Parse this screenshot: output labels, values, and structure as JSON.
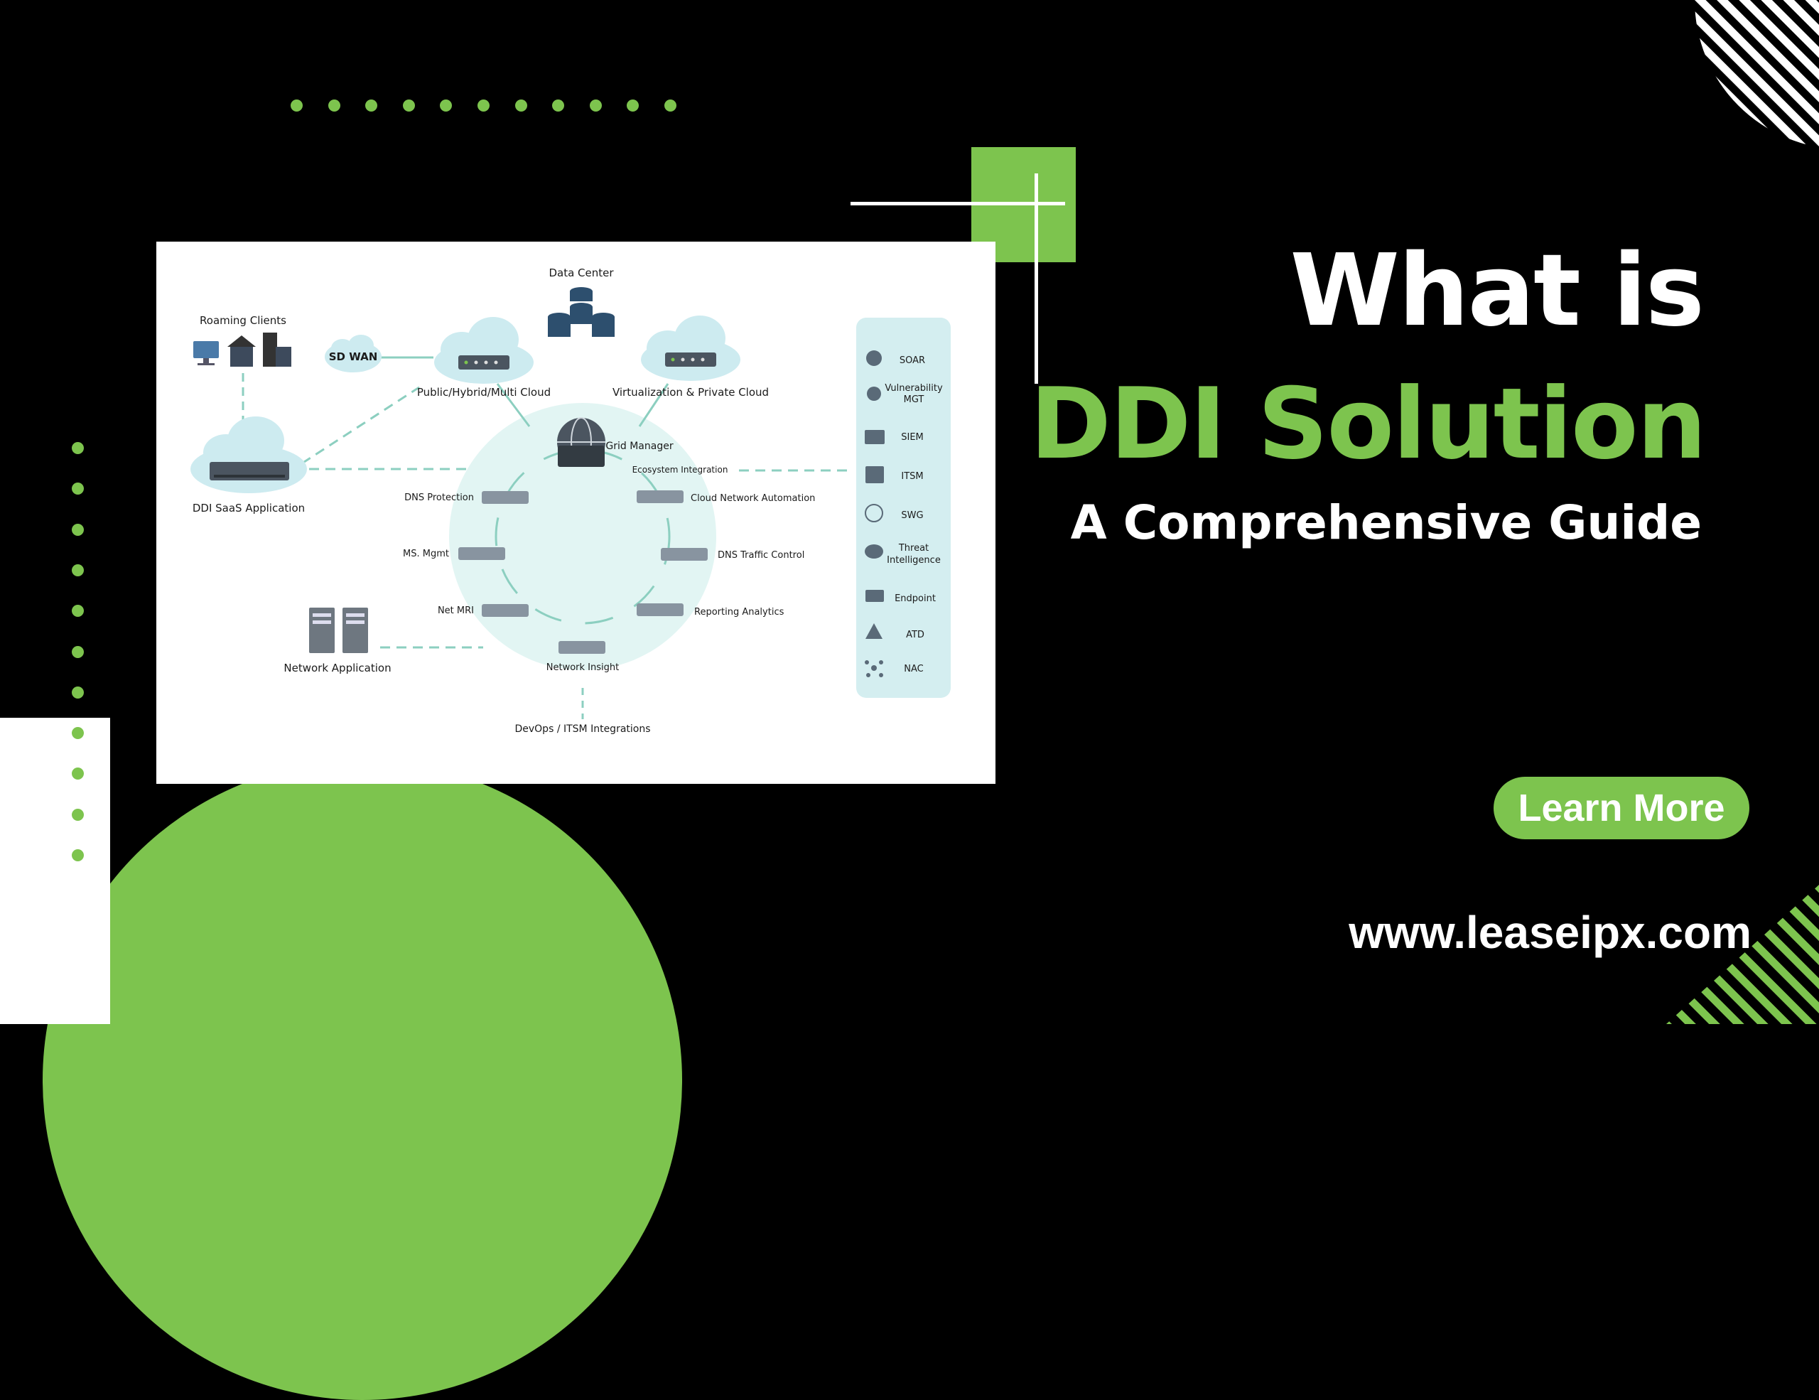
{
  "colors": {
    "background": "#000000",
    "accent": "#7dc44e",
    "white": "#ffffff",
    "diagram_hub": "#e2f5f3",
    "side_panel": "#d4eef0",
    "dashed_line": "#8ccfc0",
    "device_gray": "#707c86"
  },
  "title": {
    "line1": "What is",
    "line2": "DDI Solution",
    "subtitle": "A Comprehensive Guide"
  },
  "cta": {
    "label": "Learn More"
  },
  "website": "www.leaseipx.com",
  "diagram": {
    "data_center": "Data Center",
    "roaming_clients": "Roaming Clients",
    "sd_wan": "SD WAN",
    "public_cloud": "Public/Hybrid/Multi Cloud",
    "private_cloud": "Virtualization & Private Cloud",
    "grid_manager": "Grid Manager",
    "ecosystem": "Ecosystem Integration",
    "ddi_saas": "DDI SaaS Application",
    "network_application": "Network Application",
    "devops": "DevOps / ITSM Integrations",
    "hub_nodes": {
      "dns_protection": "DNS Protection",
      "ms_mgmt": "MS. Mgmt",
      "net_mri": "Net MRI",
      "network_insight": "Network Insight",
      "cloud_network_automation": "Cloud Network Automation",
      "dns_traffic_control": "DNS Traffic Control",
      "reporting_analytics": "Reporting Analytics"
    },
    "panel": {
      "soar": "SOAR",
      "vuln_line1": "Vulnerability",
      "vuln_line2": "MGT",
      "siem": "SIEM",
      "itsm": "ITSM",
      "swg": "SWG",
      "threat_line1": "Threat",
      "threat_line2": "Intelligence",
      "endpoint": "Endpoint",
      "atd": "ATD",
      "nac": "NAC"
    }
  }
}
